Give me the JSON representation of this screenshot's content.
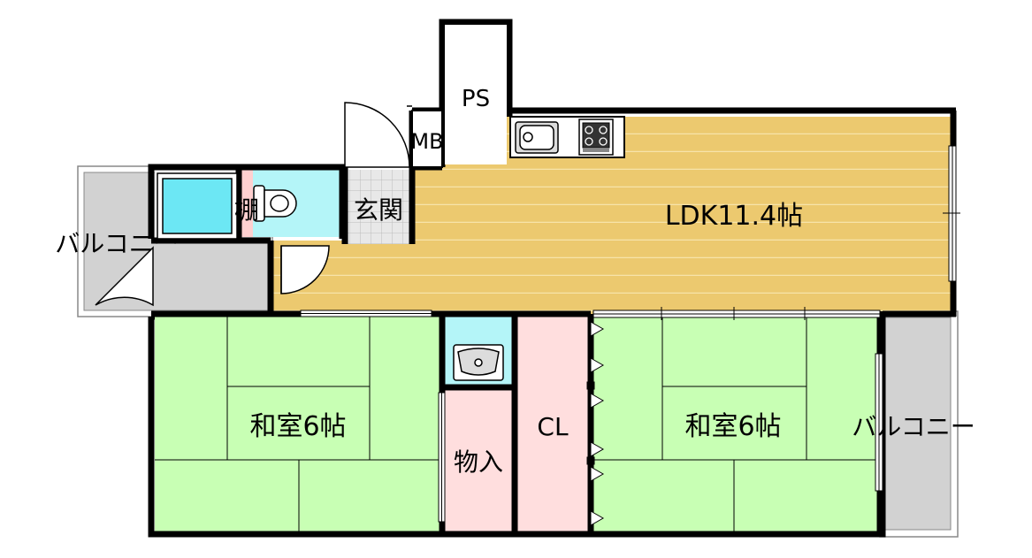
{
  "labels": {
    "ps": "PS",
    "mb": "MB",
    "genkan": "玄関",
    "tana": "棚",
    "ldk": "LDK11.4帖",
    "balcony_left": "バルコニー",
    "washitsu_left": "和室6帖",
    "monoire": "物入",
    "cl": "CL",
    "washitsu_right": "和室6帖",
    "balcony_right": "バルコニー"
  },
  "colors": {
    "wall": "#000000",
    "ldk_floor": "#ecc96f",
    "ldk_stripe": "#f5dd9c",
    "tatami": "#c8ffb4",
    "water": "#b4f5f8",
    "bath": "#6ce7f4",
    "storage": "#ffdede",
    "genkan_tile": "#e6e6e6",
    "balcony": "#d2d2d2"
  },
  "icons": [
    "sink-icon",
    "stove-icon",
    "bathtub-icon",
    "toilet-icon",
    "wash-basin-icon",
    "door-swing-icon",
    "sliding-door-icon"
  ]
}
